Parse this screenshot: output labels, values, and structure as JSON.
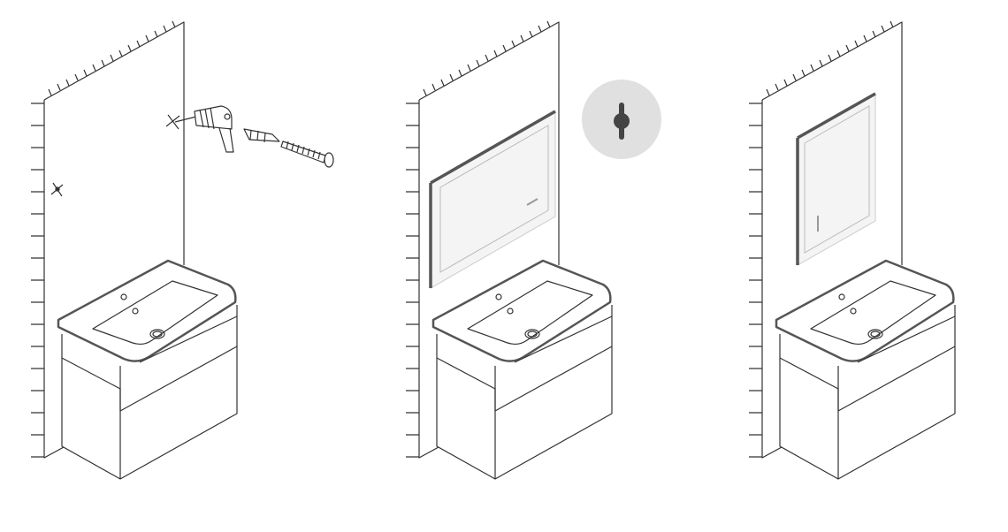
{
  "steps": [
    {
      "name": "drill-and-anchor",
      "icons": [
        "drill-icon",
        "wall-anchor-icon",
        "screw-icon",
        "drill-mark-icon"
      ]
    },
    {
      "name": "hang-landscape-mirror",
      "icons": [
        "keyhole-hanger-icon"
      ]
    },
    {
      "name": "hang-portrait-mirror",
      "icons": []
    }
  ],
  "colors": {
    "line": "#333333",
    "mirror_frame": "#555555",
    "mirror_glass": "#f4f4f4",
    "hanger_badge": "#e0e0e0",
    "hanger_keyhole": "#444444"
  }
}
